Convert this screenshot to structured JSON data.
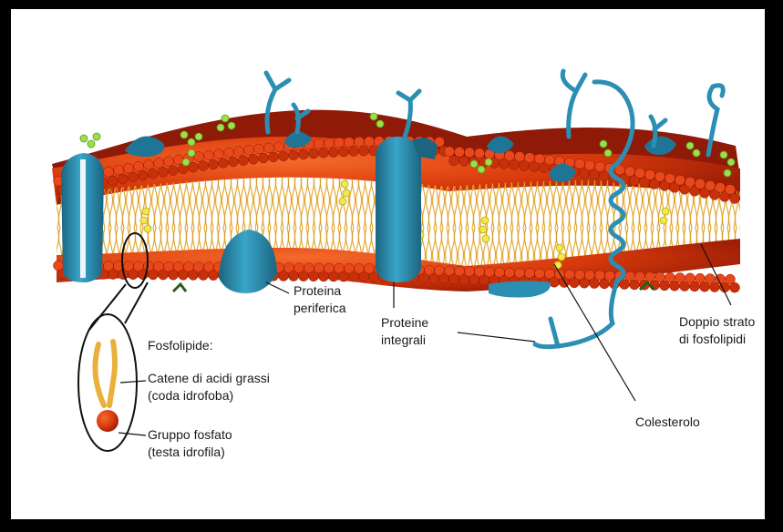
{
  "labels": {
    "peripheral_protein": [
      "Proteina",
      "periferica"
    ],
    "integral_proteins": [
      "Proteine",
      "integrali"
    ],
    "bilayer": [
      "Doppio strato",
      "di fosfolipidi"
    ],
    "cholesterol": "Colesterolo",
    "phospholipid_title": "Fosfolipide:",
    "fatty_acid_chains": [
      "Catene di acidi grassi",
      "(coda idrofoba)"
    ],
    "phosphate_group": [
      "Gruppo fosfato",
      "(testa idrofila)"
    ]
  },
  "colors": {
    "head": "#d93a0c",
    "head_dark": "#8f1a08",
    "tail": "#e9b13c",
    "protein": "#2b8fb4",
    "protein_dark": "#1b6580",
    "glyco": "#9be04a",
    "cholesterol": "#f2e84a"
  },
  "icons": [
    "phospholipid-icon",
    "glycoprotein-icon",
    "glycolipid-icon",
    "cholesterol-icon",
    "helix-protein-icon"
  ]
}
